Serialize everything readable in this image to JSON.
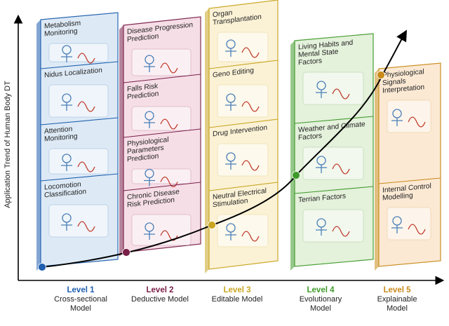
{
  "y_axis_label": "Application Trend of  Human Body DT",
  "colors": {
    "level1": "#1f5fae",
    "level1_bg": "#dce9f6",
    "level2": "#7a1f48",
    "level2_bg": "#f6dde6",
    "level3": "#c9a520",
    "level3_bg": "#fbf2d4",
    "level4": "#3f9a2a",
    "level4_bg": "#e3f1da",
    "level5": "#c98a1a",
    "level5_bg": "#fbe8d2",
    "curve": "#000000"
  },
  "levels": [
    {
      "level": "Level 1",
      "name": [
        "Cross-sectional",
        "Model"
      ],
      "cards": [
        "Metabolism Monitoring",
        "Nidus Localization",
        "Attention Monitoring",
        "Locomotion Classification"
      ]
    },
    {
      "level": "Level 2",
      "name": [
        "Deductive Model"
      ],
      "cards": [
        "Disease Progression Prediction",
        "Falls Risk Prediction",
        "Physiological Parameters Prediction",
        "Chronic Disease Risk Prediction"
      ]
    },
    {
      "level": "Level 3",
      "name": [
        "Editable Model"
      ],
      "cards": [
        "Organ Transplantation",
        "Geno Editing",
        "Drug Intervention",
        "Neutral Electrical Stimulation"
      ]
    },
    {
      "level": "Level 4",
      "name": [
        "Evolutionary",
        "Model"
      ],
      "cards": [
        "Living Habits and Mental State Factors",
        "Weather and Climate Factors",
        "Terrian Factors"
      ]
    },
    {
      "level": "Level 5",
      "name": [
        "Explainable",
        "Model"
      ],
      "cards": [
        "Physiological Signals Interpretation",
        "Internal Control Modelling"
      ]
    }
  ]
}
